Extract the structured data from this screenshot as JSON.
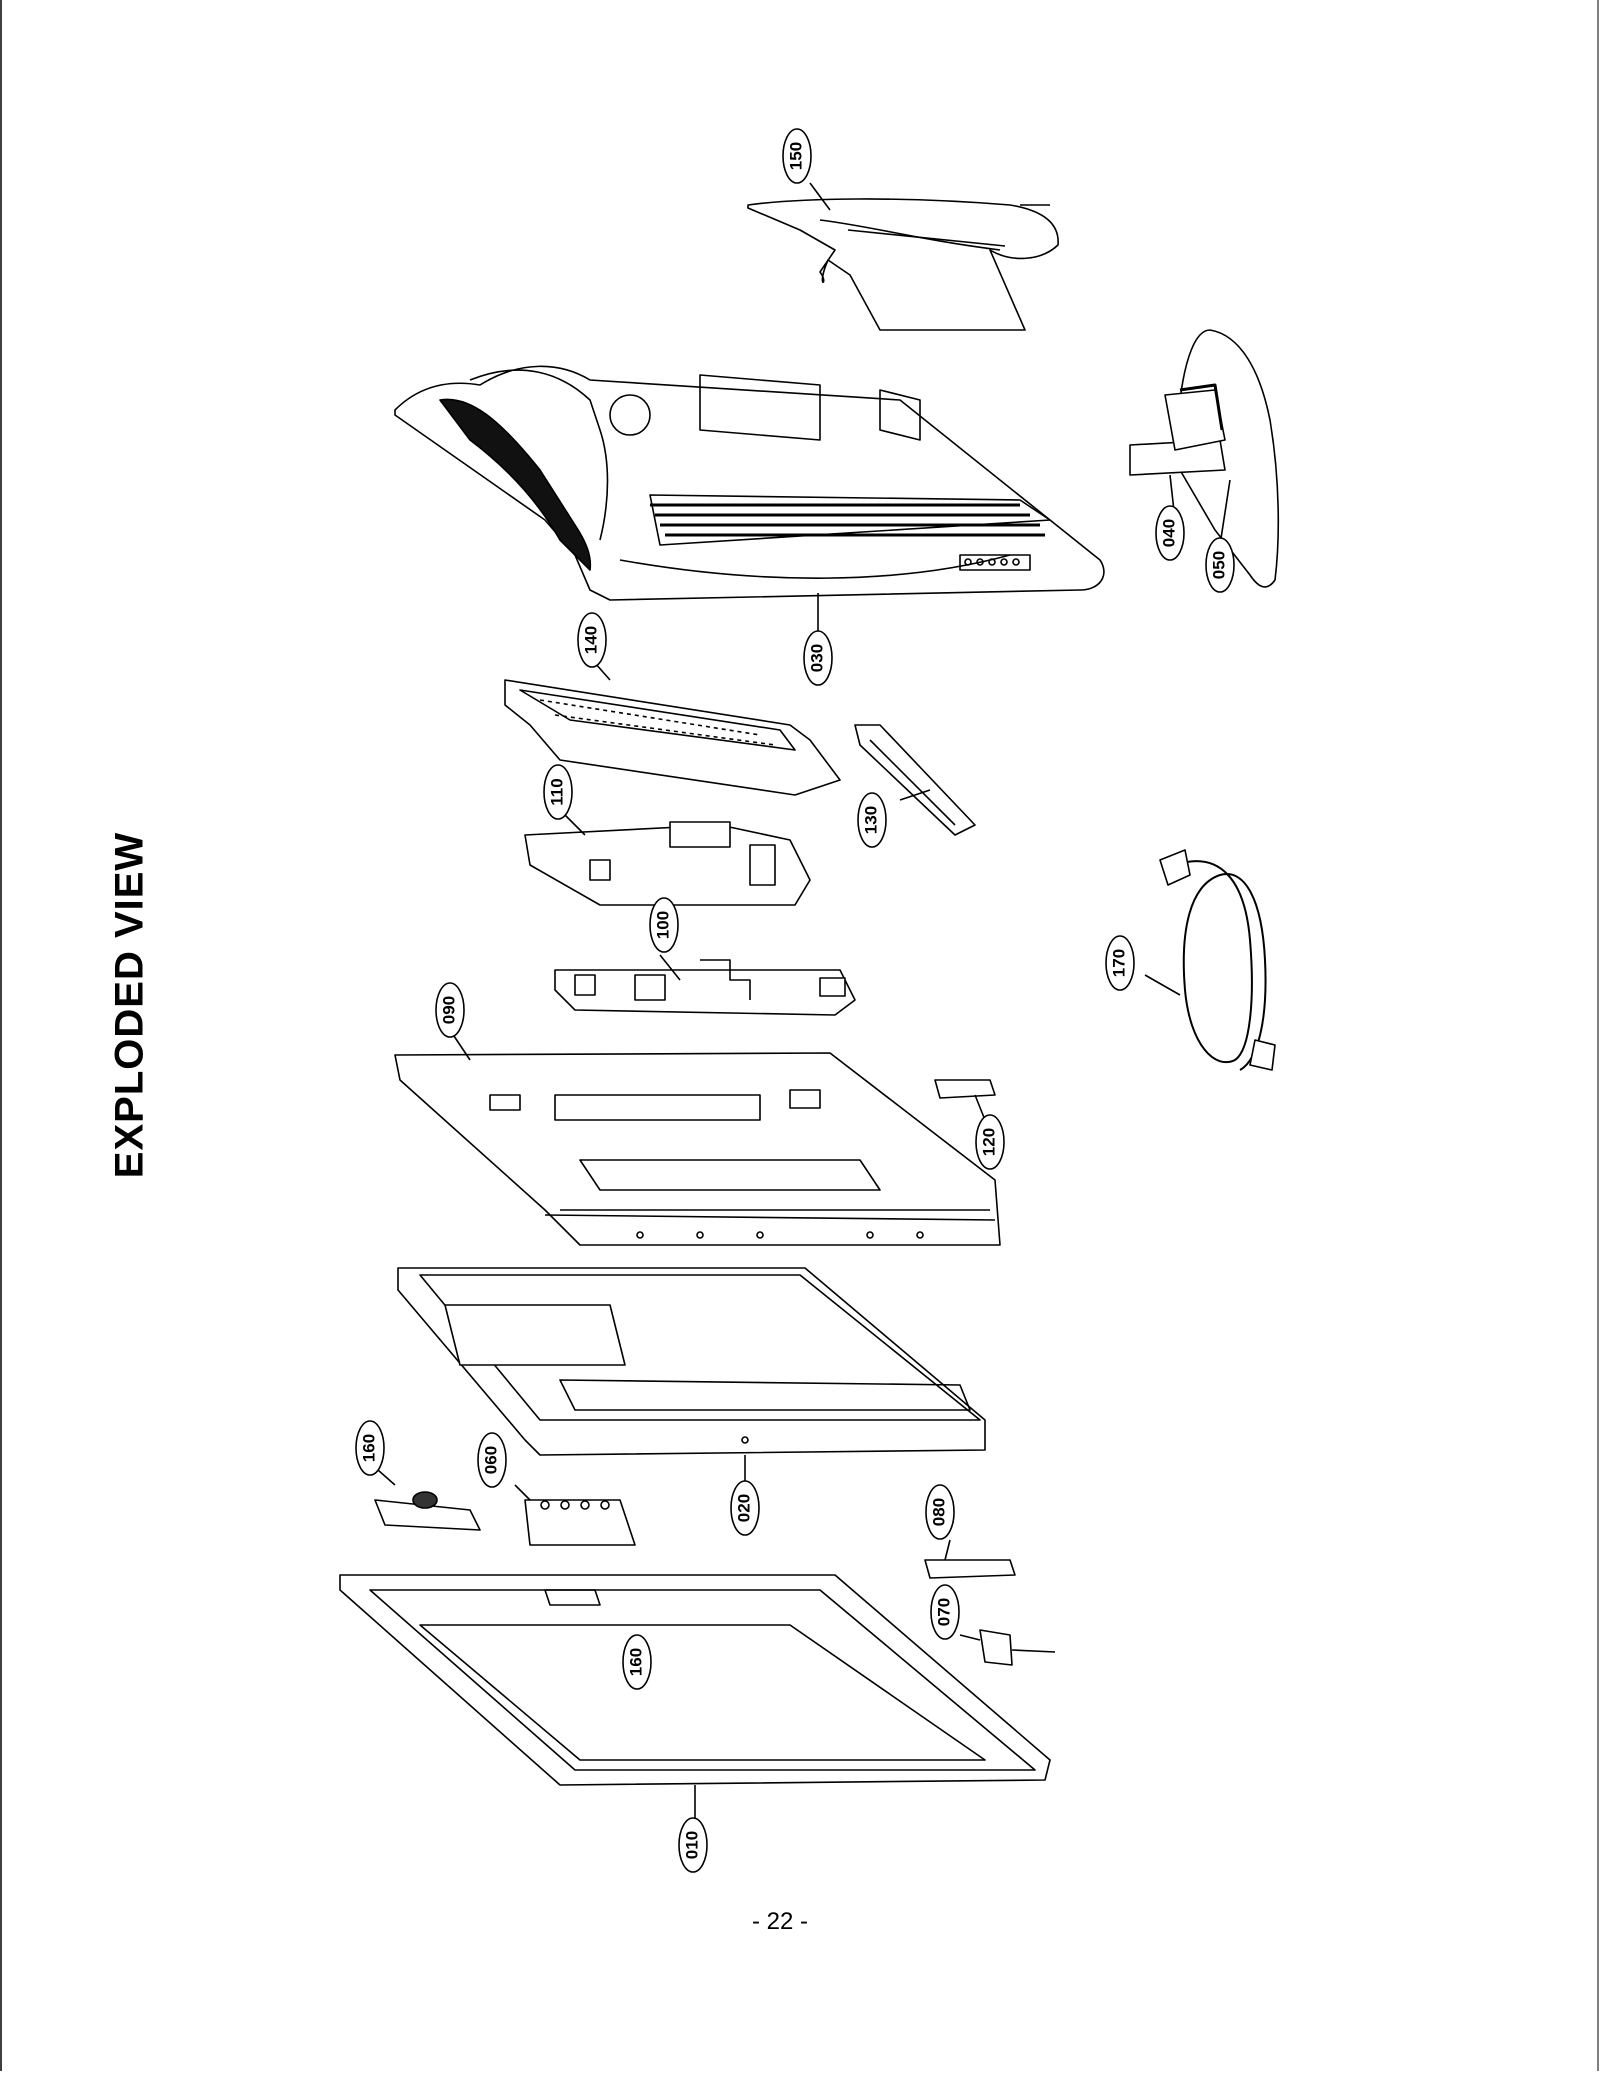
{
  "page": {
    "heading": "EXPLODED VIEW",
    "page_number": "- 22 -"
  },
  "callouts": {
    "p010": "010",
    "p020": "020",
    "p030": "030",
    "p040": "040",
    "p050": "050",
    "p060": "060",
    "p070": "070",
    "p080": "080",
    "p090": "090",
    "p100": "100",
    "p110": "110",
    "p120": "120",
    "p130": "130",
    "p140": "140",
    "p150": "150",
    "p160a": "160",
    "p160b": "160",
    "p170": "170"
  },
  "colors": {
    "line": "#000000",
    "paper": "#ffffff",
    "shade": "#1a1a1a"
  }
}
